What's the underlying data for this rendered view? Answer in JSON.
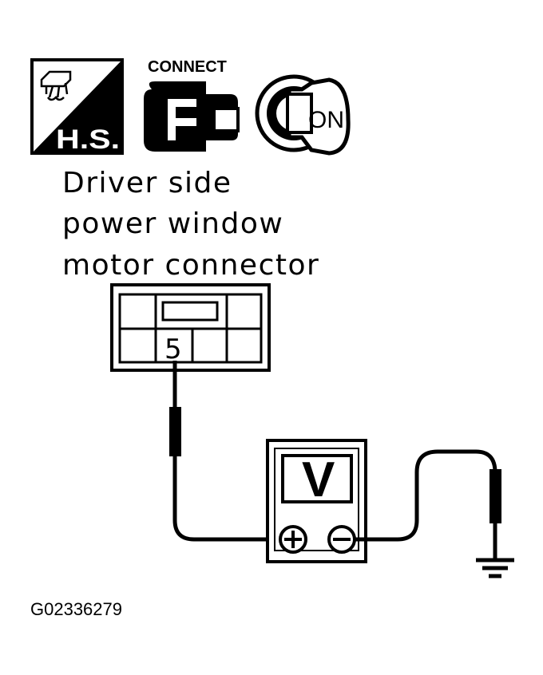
{
  "icons": {
    "harness_icon": "harness-connector-icon",
    "harness_label": "H.S.",
    "connect_label": "CONNECT",
    "connect_icon": "connector-plug-icon",
    "ignition_icon": "ignition-key-icon",
    "ignition_label": "ON"
  },
  "title": {
    "line1": "Driver side",
    "line2": "power window",
    "line3": "motor connector"
  },
  "connector": {
    "pin_label": "5"
  },
  "meter": {
    "label": "V"
  },
  "figure_code": "G02336279"
}
